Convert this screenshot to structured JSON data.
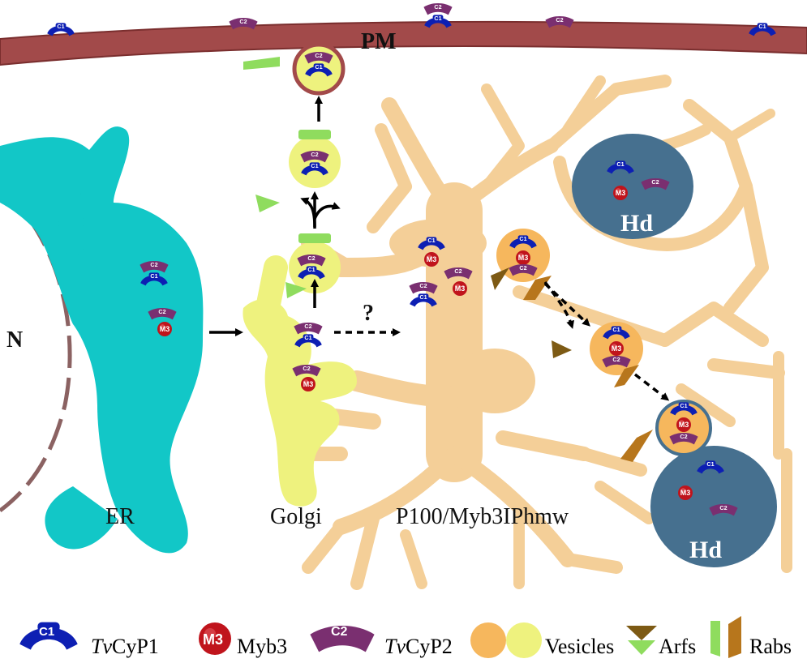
{
  "colors": {
    "pm": "#a24a4a",
    "pm_edge": "#7a2e2e",
    "er": "#12c7c7",
    "golgi": "#eef27e",
    "p100": "#f4cf98",
    "hydro": "#46708f",
    "nucleus_edge": "#8b6262",
    "cyp1": "#0d1fb3",
    "cyp2": "#7a2f70",
    "myb3": "#c0141c",
    "vesicle_orange": "#f6b75d",
    "vesicle_yellow": "#eef27e",
    "arf_green": "#8fdc5e",
    "arf_brown": "#7d5a14",
    "rab_green": "#8fdc5e",
    "rab_brown": "#b7761c"
  },
  "labels": {
    "pm": "PM",
    "nucleus": "N",
    "er": "ER",
    "golgi": "Golgi",
    "p100": "P100/Myb3IPhmw",
    "hd_top": "Hd",
    "hd_bottom": "Hd",
    "unknown_path": "?"
  },
  "proteins": {
    "cyp1": "C1",
    "cyp2": "C2",
    "myb3": "M3"
  },
  "legend": {
    "cyp1_prefix": "Tv",
    "cyp1_name": "CyP1",
    "myb3": "Myb3",
    "cyp2_prefix": "Tv",
    "cyp2_name": "CyP2",
    "vesicles": "Vesicles",
    "arfs": "Arfs",
    "rabs": "Rabs"
  }
}
